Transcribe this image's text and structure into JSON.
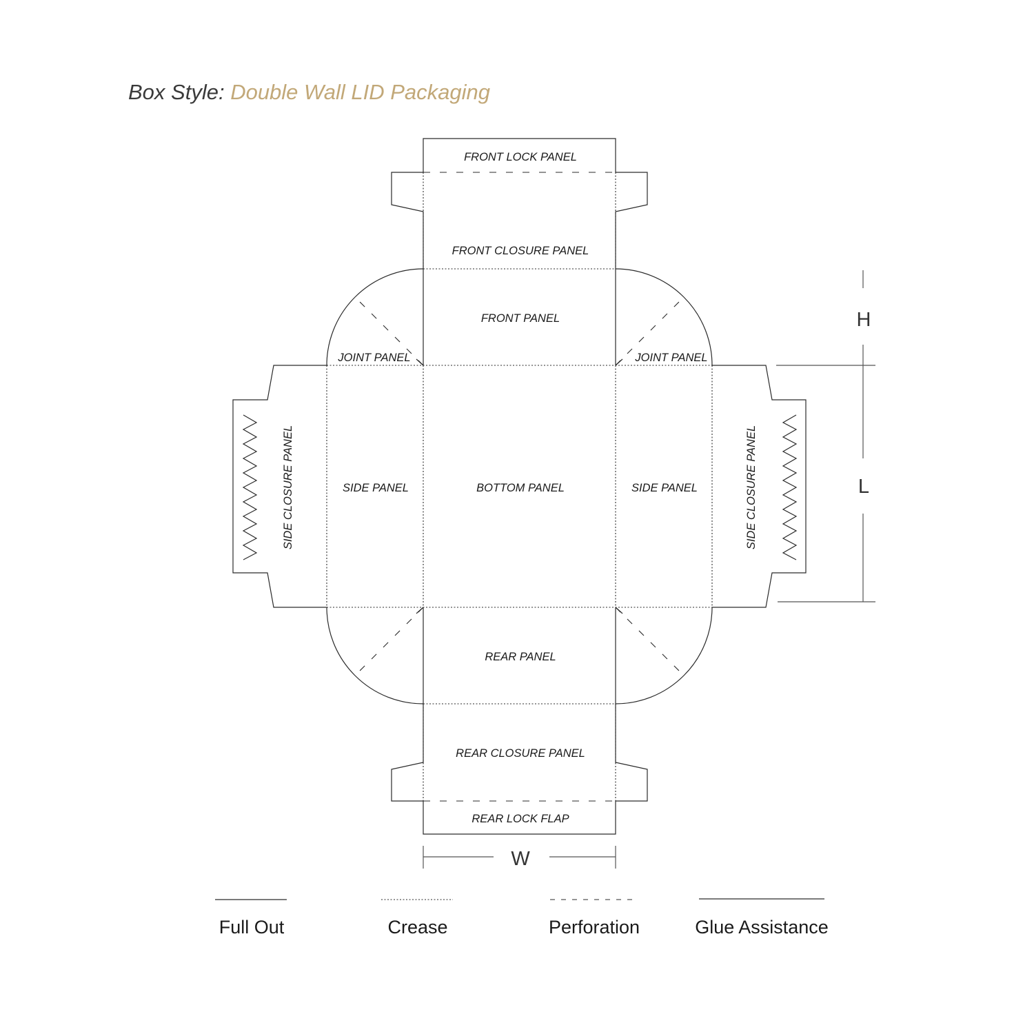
{
  "title": {
    "prefix": "Box Style: ",
    "style_name": "Double Wall LID Packaging"
  },
  "colors": {
    "accent": "#c2a878",
    "line": "#2a2a2a",
    "text": "#1a1a1a"
  },
  "panels": {
    "front_lock": "FRONT LOCK PANEL",
    "front_closure": "FRONT CLOSURE PANEL",
    "front": "FRONT PANEL",
    "joint_left": "JOINT PANEL",
    "joint_right": "JOINT PANEL",
    "side_left": "SIDE PANEL",
    "bottom": "BOTTOM PANEL",
    "side_right": "SIDE PANEL",
    "side_closure_left": "SIDE CLOSURE PANEL",
    "side_closure_right": "SIDE CLOSURE PANEL",
    "rear": "REAR PANEL",
    "rear_closure": "REAR CLOSURE PANEL",
    "rear_lock": "REAR LOCK FLAP"
  },
  "dimensions": {
    "height": "H",
    "length": "L",
    "width": "W"
  },
  "legend": {
    "full_out": "Full Out",
    "crease": "Crease",
    "perforation": "Perforation",
    "glue": "Glue Assistance"
  }
}
